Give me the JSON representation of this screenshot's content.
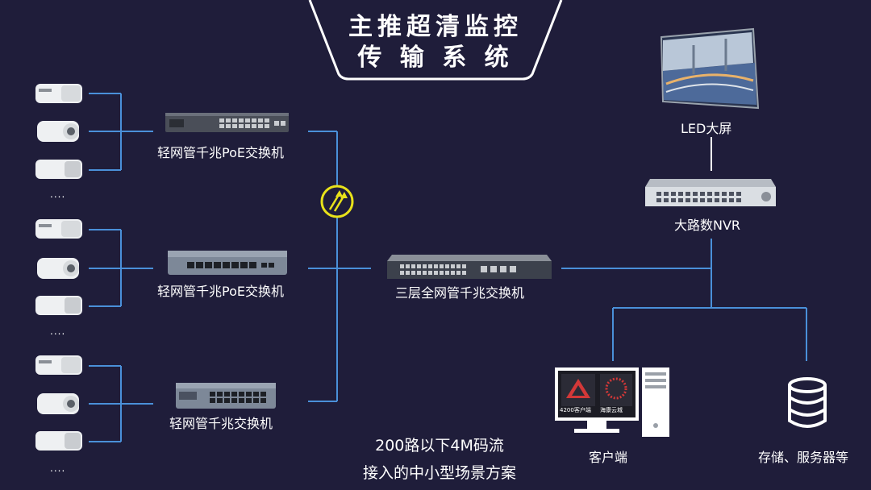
{
  "title": {
    "line1": "主推超清监控",
    "line2": "传 输 系 统"
  },
  "switches": {
    "poe_top": "轻网管千兆PoE交换机",
    "poe_mid": "轻网管千兆PoE交换机",
    "plain_bottom": "轻网管千兆交换机",
    "core": "三层全网管千兆交换机"
  },
  "devices": {
    "led": "LED大屏",
    "nvr": "大路数NVR",
    "client": "客户端",
    "storage": "存储、服务器等",
    "client_screen_left": "4200客户端",
    "client_screen_right": "海康云城"
  },
  "camera_groups": {
    "ellipsis": "...."
  },
  "caption": {
    "line1": "200路以下4M码流",
    "line2": "接入的中小型场景方案"
  },
  "colors": {
    "background": "#1f1d3a",
    "line": "#4a90d9",
    "accent": "#e8e21a",
    "text": "#ffffff"
  }
}
